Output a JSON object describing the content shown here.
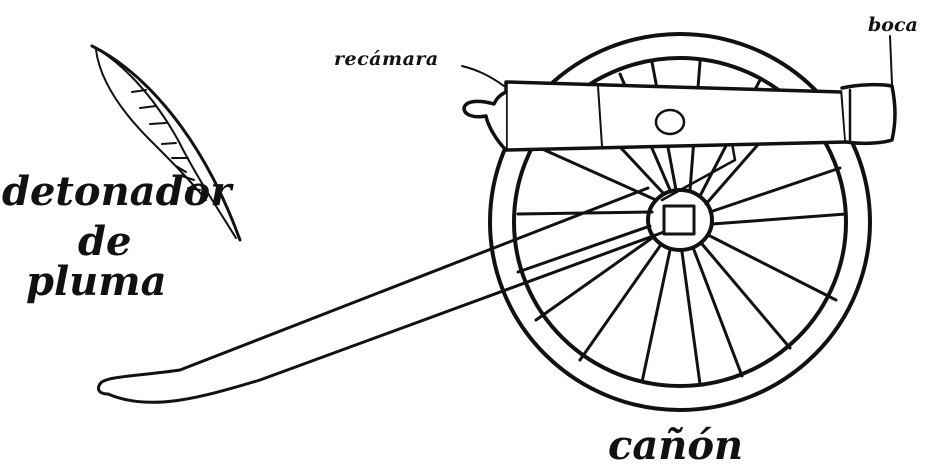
{
  "labels": {
    "breech": "recámara",
    "muzzle": "boca",
    "cannon": "cañón",
    "igniter_line1": "detonador",
    "igniter_line2": "de",
    "igniter_line3": "pluma"
  },
  "icons": [
    "feather-icon",
    "cannon-icon",
    "wheel-icon"
  ],
  "colors": {
    "ink": "#111111",
    "background": "#ffffff"
  }
}
